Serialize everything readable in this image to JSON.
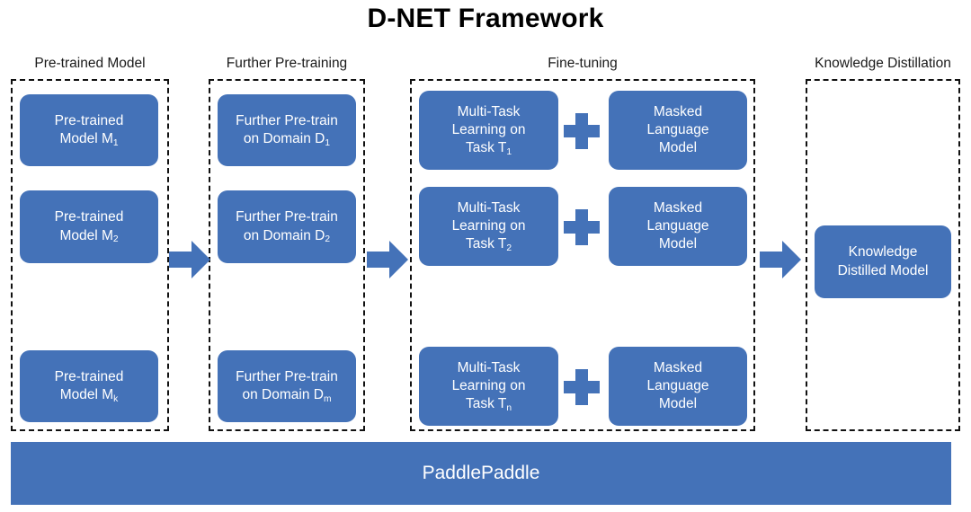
{
  "title": "D-NET Framework",
  "colors": {
    "node_blue": "#4472b8",
    "dash_black": "#111111",
    "text_white": "#ffffff",
    "title_black": "#000000",
    "background": "#ffffff"
  },
  "stages": [
    {
      "id": "pre-trained-model",
      "label": "Pre-trained Model"
    },
    {
      "id": "further-pre-training",
      "label": "Further Pre-training"
    },
    {
      "id": "fine-tuning",
      "label": "Fine-tuning"
    },
    {
      "id": "knowledge-distillation",
      "label": "Knowledge Distillation"
    }
  ],
  "pretrained_nodes": [
    {
      "line1": "Pre-trained",
      "line2": "Model M",
      "sub": "1"
    },
    {
      "line1": "Pre-trained",
      "line2": "Model M",
      "sub": "2"
    },
    {
      "line1": "Pre-trained",
      "line2": "Model M",
      "sub": "k"
    }
  ],
  "further_nodes": [
    {
      "line1": "Further Pre-train",
      "line2": "on Domain D",
      "sub": "1"
    },
    {
      "line1": "Further Pre-train",
      "line2": "on Domain D",
      "sub": "2"
    },
    {
      "line1": "Further Pre-train",
      "line2": "on Domain D",
      "sub": "m"
    }
  ],
  "finetune_rows": [
    {
      "task": {
        "line1": "Multi-Task",
        "line2": "Learning on",
        "line3": "Task T",
        "sub": "1"
      },
      "operator": "+",
      "mlm": {
        "line1": "Masked",
        "line2": "Language",
        "line3": "Model"
      }
    },
    {
      "task": {
        "line1": "Multi-Task",
        "line2": "Learning on",
        "line3": "Task T",
        "sub": "2"
      },
      "operator": "+",
      "mlm": {
        "line1": "Masked",
        "line2": "Language",
        "line3": "Model"
      }
    },
    {
      "task": {
        "line1": "Multi-Task",
        "line2": "Learning on",
        "line3": "Task T",
        "sub": "n"
      },
      "operator": "+",
      "mlm": {
        "line1": "Masked",
        "line2": "Language",
        "line3": "Model"
      }
    }
  ],
  "distilled_node": {
    "line1": "Knowledge",
    "line2": "Distilled Model"
  },
  "arrows": [
    {
      "id": "arrow-pretrained-to-further"
    },
    {
      "id": "arrow-further-to-finetune"
    },
    {
      "id": "arrow-finetune-to-distillation"
    }
  ],
  "platform": {
    "label": "PaddlePaddle"
  }
}
